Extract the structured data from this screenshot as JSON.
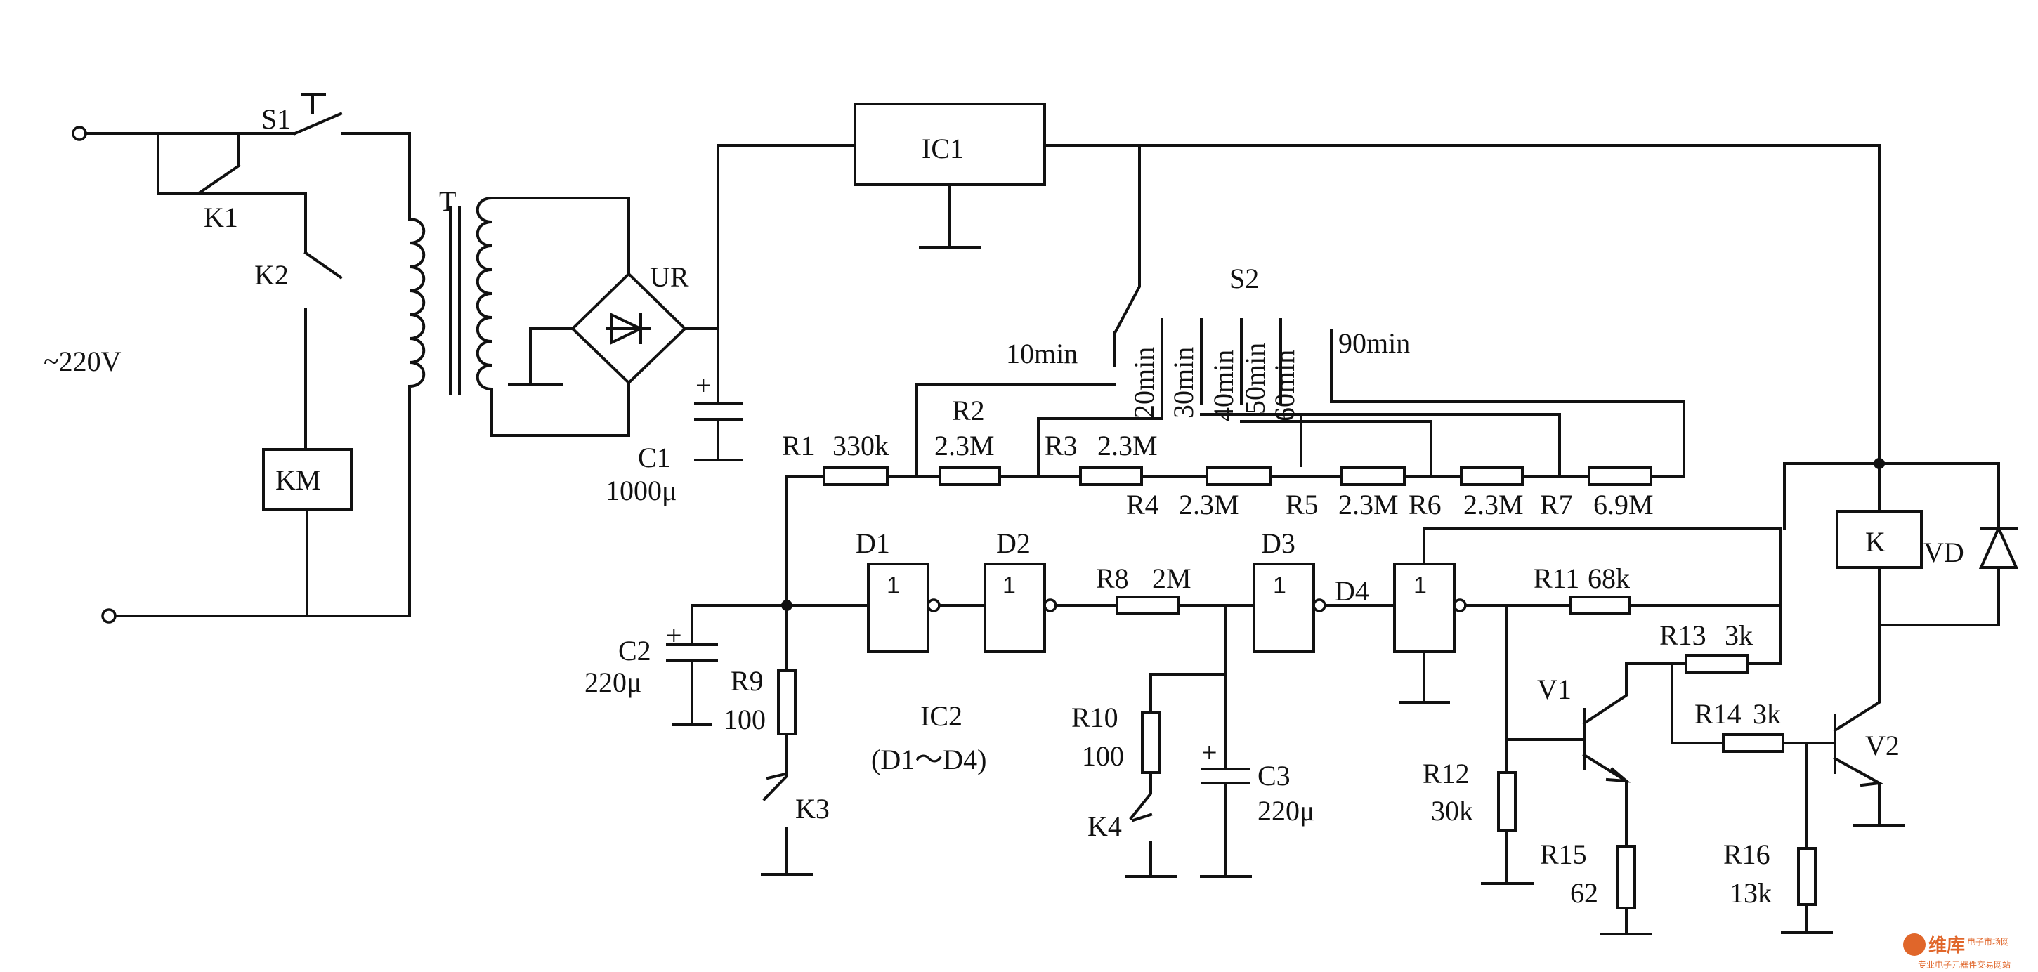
{
  "title": "",
  "supply": {
    "label": "~220V"
  },
  "labels": {
    "S1": "S1",
    "K1": "K1",
    "K2": "K2",
    "KM": "KM",
    "T": "T",
    "UR": "UR",
    "C1": "C1",
    "C1v": "1000μ",
    "IC1": "IC1",
    "S2": "S2",
    "R1": "R1",
    "R1v": "330k",
    "R2": "R2",
    "R2v": "2.3M",
    "R3": "R3",
    "R3v": "2.3M",
    "R4": "R4",
    "R4v": "2.3M",
    "R5": "R5",
    "R5v": "2.3M",
    "R6": "R6",
    "R6v": "2.3M",
    "R7": "R7",
    "R7v": "6.9M",
    "R8": "R8",
    "R8v": "2M",
    "D1": "D1",
    "D2": "D2",
    "D3": "D3",
    "D4": "D4",
    "gate": "1",
    "C2": "C2",
    "C2v": "220μ",
    "R9": "R9",
    "R9v": "100",
    "K3": "K3",
    "IC2": "IC2",
    "IC2sub": "(D1～D4)",
    "R10": "R10",
    "R10v": "100",
    "K4": "K4",
    "C3": "C3",
    "C3v": "220μ",
    "R11": "R11",
    "R11v": "68k",
    "R12": "R12",
    "R12v": "30k",
    "R13": "R13",
    "R13v": "3k",
    "R14": "R14",
    "R14v": "3k",
    "R15": "R15",
    "R15v": "62",
    "R16": "R16",
    "R16v": "13k",
    "V1": "V1",
    "V2": "V2",
    "K": "K",
    "VD": "VD",
    "plus": "+"
  },
  "timer_switch": {
    "positions": [
      "10min",
      "20min",
      "30min",
      "40min",
      "50min",
      "60min",
      "90min"
    ]
  },
  "watermark": {
    "brand": "维库",
    "name": "电子市场网",
    "tagline": "专业电子元器件交易网站"
  }
}
